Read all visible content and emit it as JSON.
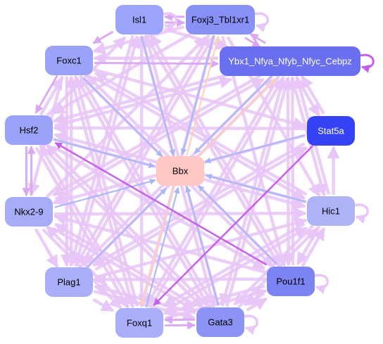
{
  "diagram": {
    "type": "regulatory-network",
    "colors": {
      "edge_light": "#e8c6f7",
      "edge_mid": "#d9a8f0",
      "edge_strong": "#c55ee8",
      "edge_blue": "#a9b6f5",
      "edge_peach": "#fcd0bc",
      "center_fill": "#ffc7c3"
    },
    "nodes": [
      {
        "id": "bbx",
        "label": "Bbx",
        "fill": "#ffc7c3",
        "text": "#000000"
      },
      {
        "id": "isl1",
        "label": "Isl1",
        "fill": "#9ba4f8",
        "text": "#000000"
      },
      {
        "id": "foxj3",
        "label": "Foxj3_Tbl1xr1",
        "fill": "#8890f6",
        "text": "#000000"
      },
      {
        "id": "ybx1",
        "label": "Ybx1_Nfya_Nfyb_Nfyc_Cebpz",
        "fill": "#6a6ff0",
        "text": "#ffffff"
      },
      {
        "id": "foxc1",
        "label": "Foxc1",
        "fill": "#9aa3f7",
        "text": "#000000"
      },
      {
        "id": "hsf2",
        "label": "Hsf2",
        "fill": "#9aa3f7",
        "text": "#000000"
      },
      {
        "id": "stat5a",
        "label": "Stat5a",
        "fill": "#3542f5",
        "text": "#ffffff"
      },
      {
        "id": "nkx29",
        "label": "Nkx2-9",
        "fill": "#a6acf7",
        "text": "#000000"
      },
      {
        "id": "hic1",
        "label": "Hic1",
        "fill": "#aeb3f8",
        "text": "#000000"
      },
      {
        "id": "plag1",
        "label": "Plag1",
        "fill": "#a9aff8",
        "text": "#000000"
      },
      {
        "id": "pou1f1",
        "label": "Pou1f1",
        "fill": "#7c83f2",
        "text": "#000000"
      },
      {
        "id": "foxq1",
        "label": "Foxq1",
        "fill": "#a8aef8",
        "text": "#000000"
      },
      {
        "id": "gata3",
        "label": "Gata3",
        "fill": "#8d93f4",
        "text": "#000000"
      }
    ],
    "edges": [
      {
        "from": "isl1",
        "to": "bbx",
        "color": "blue"
      },
      {
        "from": "foxj3",
        "to": "bbx",
        "color": "blue"
      },
      {
        "from": "ybx1",
        "to": "bbx",
        "color": "blue"
      },
      {
        "from": "foxc1",
        "to": "bbx",
        "color": "blue"
      },
      {
        "from": "hsf2",
        "to": "bbx",
        "color": "blue"
      },
      {
        "from": "stat5a",
        "to": "bbx",
        "color": "blue"
      },
      {
        "from": "nkx29",
        "to": "bbx",
        "color": "blue"
      },
      {
        "from": "hic1",
        "to": "bbx",
        "color": "blue"
      },
      {
        "from": "plag1",
        "to": "bbx",
        "color": "blue"
      },
      {
        "from": "pou1f1",
        "to": "bbx",
        "color": "blue"
      },
      {
        "from": "foxq1",
        "to": "bbx",
        "color": "blue"
      },
      {
        "from": "gata3",
        "to": "bbx",
        "color": "blue"
      },
      {
        "from": "bbx",
        "to": "ybx1",
        "color": "peach"
      },
      {
        "from": "bbx",
        "to": "foxq1",
        "color": "peach"
      },
      {
        "from": "bbx",
        "to": "foxj3",
        "color": "peach"
      },
      {
        "from": "pou1f1",
        "to": "hsf2",
        "color": "strong"
      },
      {
        "from": "stat5a",
        "to": "foxq1",
        "color": "strong"
      },
      {
        "from": "isl1",
        "to": "foxj3",
        "color": "mid"
      },
      {
        "from": "foxj3",
        "to": "isl1",
        "color": "mid"
      },
      {
        "from": "isl1",
        "to": "foxc1",
        "color": "mid"
      },
      {
        "from": "foxc1",
        "to": "ybx1",
        "color": "mid"
      },
      {
        "from": "foxc1",
        "to": "hsf2",
        "color": "mid"
      },
      {
        "from": "hsf2",
        "to": "foxc1",
        "color": "light"
      },
      {
        "from": "hsf2",
        "to": "nkx29",
        "color": "mid"
      },
      {
        "from": "nkx29",
        "to": "hsf2",
        "color": "mid"
      },
      {
        "from": "nkx29",
        "to": "plag1",
        "color": "light"
      },
      {
        "from": "plag1",
        "to": "foxq1",
        "color": "light"
      },
      {
        "from": "foxq1",
        "to": "gata3",
        "color": "mid"
      },
      {
        "from": "gata3",
        "to": "foxq1",
        "color": "mid"
      },
      {
        "from": "gata3",
        "to": "pou1f1",
        "color": "light"
      },
      {
        "from": "pou1f1",
        "to": "gata3",
        "color": "light"
      },
      {
        "from": "pou1f1",
        "to": "hic1",
        "color": "light"
      },
      {
        "from": "hic1",
        "to": "pou1f1",
        "color": "light"
      },
      {
        "from": "hic1",
        "to": "stat5a",
        "color": "light"
      },
      {
        "from": "stat5a",
        "to": "ybx1",
        "color": "light"
      },
      {
        "from": "ybx1",
        "to": "stat5a",
        "color": "light"
      },
      {
        "from": "foxj3",
        "to": "ybx1",
        "color": "mid"
      },
      {
        "from": "ybx1",
        "to": "foxj3",
        "color": "mid"
      },
      {
        "from": "isl1",
        "to": "plag1",
        "color": "light"
      },
      {
        "from": "isl1",
        "to": "gata3",
        "color": "light"
      },
      {
        "from": "isl1",
        "to": "pou1f1",
        "color": "light"
      },
      {
        "from": "isl1",
        "to": "ybx1",
        "color": "light"
      },
      {
        "from": "foxj3",
        "to": "foxq1",
        "color": "light"
      },
      {
        "from": "foxj3",
        "to": "hsf2",
        "color": "light"
      },
      {
        "from": "foxj3",
        "to": "plag1",
        "color": "light"
      },
      {
        "from": "foxj3",
        "to": "foxc1",
        "color": "light"
      },
      {
        "from": "foxj3",
        "to": "pou1f1",
        "color": "light"
      },
      {
        "from": "foxj3",
        "to": "hic1",
        "color": "light"
      },
      {
        "from": "ybx1",
        "to": "hsf2",
        "color": "light"
      },
      {
        "from": "ybx1",
        "to": "nkx29",
        "color": "light"
      },
      {
        "from": "ybx1",
        "to": "plag1",
        "color": "light"
      },
      {
        "from": "ybx1",
        "to": "foxq1",
        "color": "light"
      },
      {
        "from": "ybx1",
        "to": "gata3",
        "color": "light"
      },
      {
        "from": "ybx1",
        "to": "pou1f1",
        "color": "light"
      },
      {
        "from": "ybx1",
        "to": "hic1",
        "color": "light"
      },
      {
        "from": "ybx1",
        "to": "foxc1",
        "color": "light"
      },
      {
        "from": "foxc1",
        "to": "plag1",
        "color": "light"
      },
      {
        "from": "foxc1",
        "to": "foxq1",
        "color": "light"
      },
      {
        "from": "foxc1",
        "to": "gata3",
        "color": "light"
      },
      {
        "from": "foxc1",
        "to": "pou1f1",
        "color": "light"
      },
      {
        "from": "foxc1",
        "to": "hic1",
        "color": "light"
      },
      {
        "from": "foxc1",
        "to": "stat5a",
        "color": "light"
      },
      {
        "from": "foxc1",
        "to": "nkx29",
        "color": "light"
      },
      {
        "from": "hsf2",
        "to": "ybx1",
        "color": "light"
      },
      {
        "from": "hsf2",
        "to": "gata3",
        "color": "light"
      },
      {
        "from": "hsf2",
        "to": "foxq1",
        "color": "light"
      },
      {
        "from": "hsf2",
        "to": "hic1",
        "color": "light"
      },
      {
        "from": "hsf2",
        "to": "pou1f1",
        "color": "light"
      },
      {
        "from": "hsf2",
        "to": "isl1",
        "color": "light"
      },
      {
        "from": "nkx29",
        "to": "ybx1",
        "color": "light"
      },
      {
        "from": "nkx29",
        "to": "gata3",
        "color": "light"
      },
      {
        "from": "nkx29",
        "to": "foxq1",
        "color": "light"
      },
      {
        "from": "nkx29",
        "to": "foxj3",
        "color": "light"
      },
      {
        "from": "nkx29",
        "to": "hic1",
        "color": "light"
      },
      {
        "from": "plag1",
        "to": "ybx1",
        "color": "light"
      },
      {
        "from": "plag1",
        "to": "foxj3",
        "color": "light"
      },
      {
        "from": "plag1",
        "to": "isl1",
        "color": "light"
      },
      {
        "from": "plag1",
        "to": "gata3",
        "color": "light"
      },
      {
        "from": "plag1",
        "to": "stat5a",
        "color": "light"
      },
      {
        "from": "plag1",
        "to": "foxc1",
        "color": "light"
      },
      {
        "from": "plag1",
        "to": "hic1",
        "color": "light"
      },
      {
        "from": "foxq1",
        "to": "ybx1",
        "color": "light"
      },
      {
        "from": "foxq1",
        "to": "isl1",
        "color": "light"
      },
      {
        "from": "foxq1",
        "to": "foxc1",
        "color": "light"
      },
      {
        "from": "foxq1",
        "to": "hsf2",
        "color": "light"
      },
      {
        "from": "foxq1",
        "to": "nkx29",
        "color": "light"
      },
      {
        "from": "foxq1",
        "to": "hic1",
        "color": "light"
      },
      {
        "from": "foxq1",
        "to": "pou1f1",
        "color": "light"
      },
      {
        "from": "gata3",
        "to": "ybx1",
        "color": "light"
      },
      {
        "from": "gata3",
        "to": "foxc1",
        "color": "light"
      },
      {
        "from": "gata3",
        "to": "isl1",
        "color": "light"
      },
      {
        "from": "gata3",
        "to": "hsf2",
        "color": "light"
      },
      {
        "from": "gata3",
        "to": "nkx29",
        "color": "light"
      },
      {
        "from": "gata3",
        "to": "plag1",
        "color": "light"
      },
      {
        "from": "gata3",
        "to": "hic1",
        "color": "light"
      },
      {
        "from": "pou1f1",
        "to": "ybx1",
        "color": "light"
      },
      {
        "from": "pou1f1",
        "to": "foxc1",
        "color": "light"
      },
      {
        "from": "pou1f1",
        "to": "plag1",
        "color": "light"
      },
      {
        "from": "pou1f1",
        "to": "foxq1",
        "color": "light"
      },
      {
        "from": "pou1f1",
        "to": "nkx29",
        "color": "light"
      },
      {
        "from": "pou1f1",
        "to": "isl1",
        "color": "light"
      },
      {
        "from": "hic1",
        "to": "ybx1",
        "color": "light"
      },
      {
        "from": "hic1",
        "to": "hsf2",
        "color": "light"
      },
      {
        "from": "hic1",
        "to": "foxc1",
        "color": "light"
      },
      {
        "from": "hic1",
        "to": "foxq1",
        "color": "light"
      },
      {
        "from": "hic1",
        "to": "gata3",
        "color": "light"
      },
      {
        "from": "stat5a",
        "to": "hsf2",
        "color": "light"
      },
      {
        "from": "stat5a",
        "to": "plag1",
        "color": "light"
      },
      {
        "from": "stat5a",
        "to": "nkx29",
        "color": "light"
      }
    ],
    "self_loops": [
      {
        "node": "foxj3",
        "color": "light"
      },
      {
        "node": "isl1",
        "color": "light"
      },
      {
        "node": "ybx1",
        "color": "strong"
      },
      {
        "node": "hic1",
        "color": "light"
      },
      {
        "node": "pou1f1",
        "color": "light"
      },
      {
        "node": "gata3",
        "color": "light"
      }
    ]
  }
}
